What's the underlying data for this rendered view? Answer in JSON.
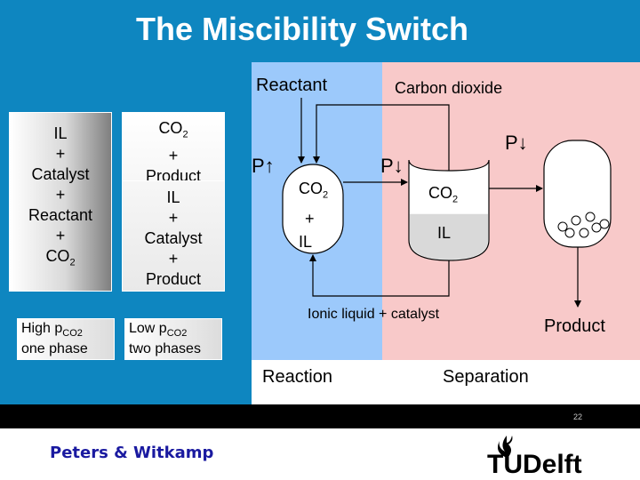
{
  "title": "The Miscibility Switch",
  "left_boxes": {
    "one_phase": {
      "lines": [
        "IL",
        "+",
        "Catalyst",
        "+",
        "Reactant",
        "+"
      ],
      "co2_base": "CO",
      "co2_sub": "2"
    },
    "two_phases": {
      "top_co2_base": "CO",
      "top_co2_sub": "2",
      "top_lines": [
        "+",
        "Product"
      ],
      "bottom_lines": [
        "IL",
        "+",
        "Catalyst",
        "+",
        "Product"
      ]
    }
  },
  "conditions": {
    "high": {
      "prefix": "High p",
      "sub": "CO2",
      "suffix": "one phase"
    },
    "low": {
      "prefix": "Low p",
      "sub": "CO2",
      "suffix": "two phases"
    }
  },
  "diagram": {
    "reactant": "Reactant",
    "carbon_dioxide": "Carbon dioxide",
    "p_up": "P↑",
    "p_down_mid": "P↓",
    "p_down_right": "P↓",
    "reactor": {
      "co2_base": "CO",
      "co2_sub": "2",
      "plus": "+",
      "il": "IL"
    },
    "separator": {
      "co2_base": "CO",
      "co2_sub": "2",
      "il": "IL"
    },
    "ionic_liquid": "Ionic liquid + catalyst",
    "product": "Product",
    "reaction": "Reaction",
    "separation": "Separation"
  },
  "footer": {
    "slide_number": "22",
    "authors": "Peters & Witkamp",
    "logo_text": "TUDelft"
  },
  "colors": {
    "background": "#0e86c0",
    "reaction_panel": "#9cc9fb",
    "separation_panel": "#f8c9c9",
    "footer_bar": "#000000",
    "authors_text": "#1a1aa0"
  }
}
